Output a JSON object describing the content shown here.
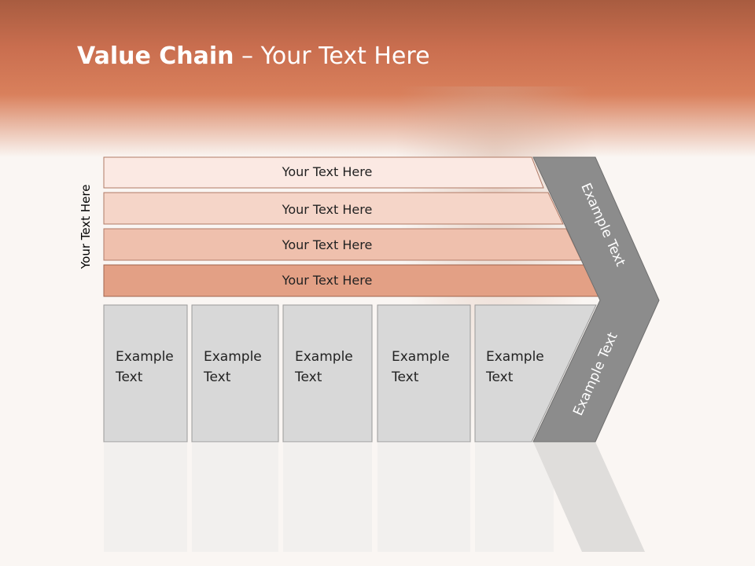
{
  "title": {
    "bold": "Value Chain",
    "rest": " – Your Text Here"
  },
  "side_label": "Your Text Here",
  "rows": [
    {
      "label": "Your Text Here",
      "fill": "#fbe9e3"
    },
    {
      "label": "Your Text Here",
      "fill": "#f5d5c8"
    },
    {
      "label": "Your Text Here",
      "fill": "#efc0ad"
    },
    {
      "label": "Your Text Here",
      "fill": "#e3a085"
    }
  ],
  "boxes": [
    {
      "line1": "Example",
      "line2": "Text"
    },
    {
      "line1": "Example",
      "line2": "Text"
    },
    {
      "line1": "Example",
      "line2": "Text"
    },
    {
      "line1": "Example",
      "line2": "Text"
    },
    {
      "line1": "Example",
      "line2": "Text"
    }
  ],
  "arrow_top": "Example Text",
  "arrow_bottom": "Example Text",
  "colors": {
    "header": "#c96e4f",
    "box": "#d8d8d8",
    "arrow": "#8c8c8c"
  }
}
